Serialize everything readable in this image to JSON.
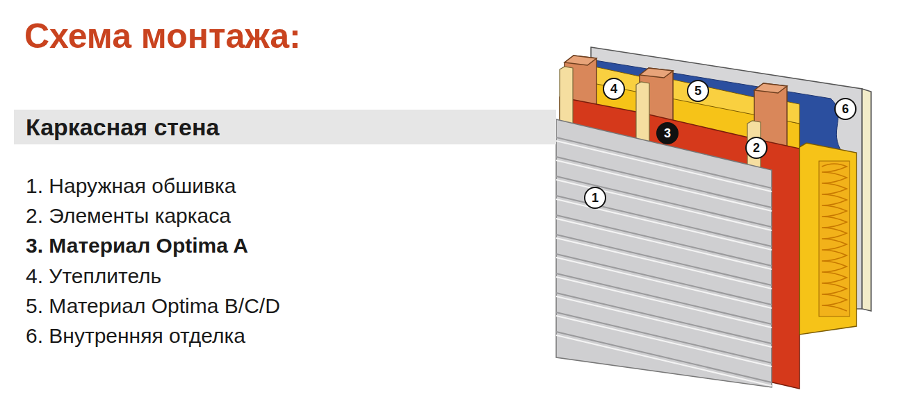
{
  "diagram": {
    "title": "Схема монтажа:",
    "nodes": [
      {
        "text": [
          "Каркасная стена"
        ]
      },
      {
        "text": [
          "4"
        ]
      },
      {
        "text": [
          "5"
        ]
      },
      {
        "text": [
          "6"
        ]
      },
      {
        "text": [
          "3"
        ]
      },
      {
        "text": [
          "2"
        ]
      },
      {
        "text": [
          "1"
        ]
      }
    ],
    "labels": [
      "1. Наружная обшивка",
      "2. Элементы каркаса",
      "3. Материал Optima A",
      "4. Утеплитель",
      "5. Материал Optima B/C/D",
      "6. Внутренняя отделка"
    ]
  }
}
